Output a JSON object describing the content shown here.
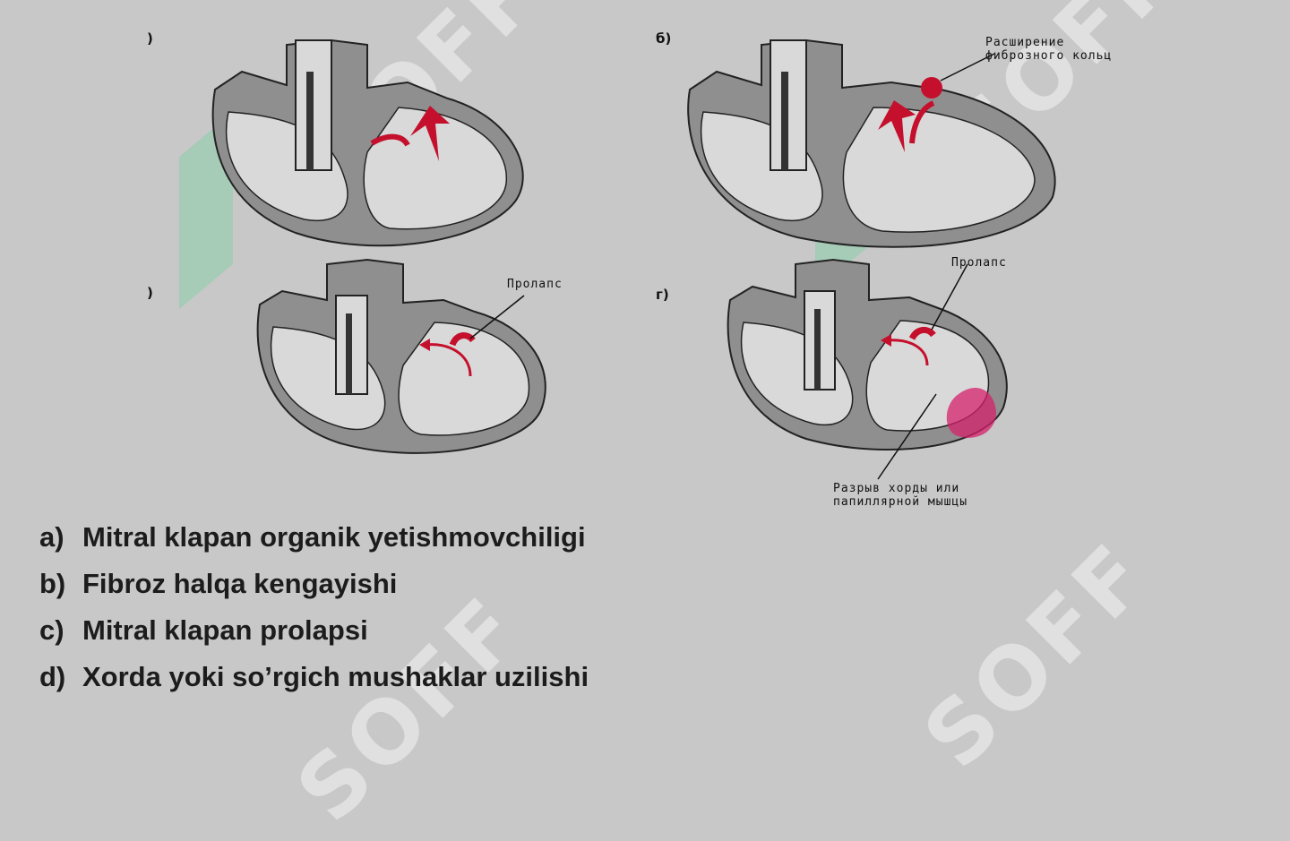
{
  "panels": [
    {
      "letter": ")",
      "annotations": []
    },
    {
      "letter": "б)",
      "annotations": [
        "Расширение\nфиброзного кольц"
      ]
    },
    {
      "letter": ")",
      "annotations": [
        "Пролапс"
      ]
    },
    {
      "letter": "г)",
      "annotations": [
        "Пролапс",
        "Разрыв хорды или\nпапиллярной мышцы"
      ]
    }
  ],
  "captions": [
    {
      "mark": "a)",
      "text": "Mitral klapan organik yetishmovchiligi"
    },
    {
      "mark": "b)",
      "text": "Fibroz halqa kengayishi"
    },
    {
      "mark": "c)",
      "text": "Mitral klapan prolapsi"
    },
    {
      "mark": "d)",
      "text": "Xorda yoki so’rgich mushaklar uzilishi"
    }
  ],
  "watermark": {
    "text": "SOFF"
  },
  "colors": {
    "background": "#c8c8c8",
    "heart_wall": "#8f8f8f",
    "chamber": "#d9d9d9",
    "flow_arrow": "#c4102c",
    "rupture": "#d4206a",
    "watermark_green": "#2ed47a"
  }
}
